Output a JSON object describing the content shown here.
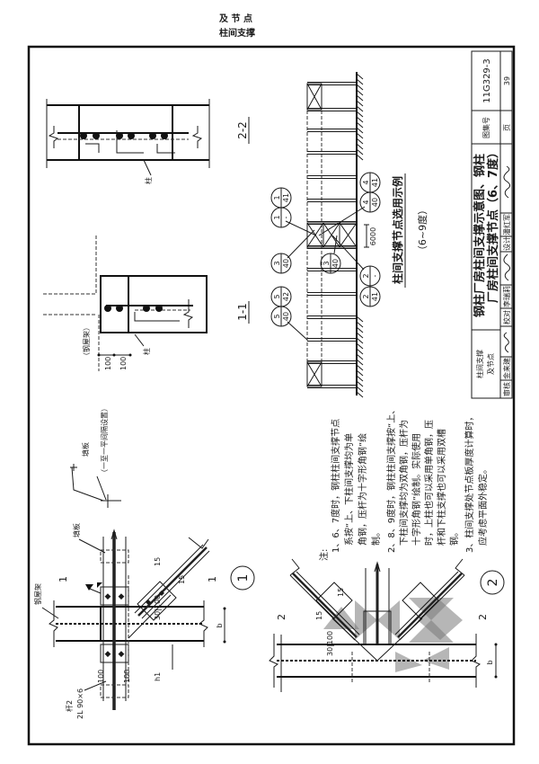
{
  "index_tab": {
    "line1": "及 节 点",
    "line2": "柱间支撑"
  },
  "title_block": {
    "series_label_1": "柱间支撑",
    "series_label_2": "及节点",
    "title_line1": "钢柱厂房柱间支撑示意图、钢柱",
    "title_line2": "厂房柱间支撑节点（6、7度）",
    "atlas_label": "图集号",
    "atlas_number": "11G329-3",
    "page_label": "页",
    "page_number": "39",
    "review_label": "审核",
    "reviewer": "金来建",
    "check_label": "校对",
    "checker": "李瑞莉",
    "design_label": "设计",
    "designer": "潘红军"
  },
  "sections": {
    "s22": "2-2",
    "s11": "1-1",
    "column_label": "柱",
    "truss_label": "（钢屋架）",
    "dim_a": "100",
    "dim_b": "100"
  },
  "frame_diagram": {
    "title": "柱间支撑节点选用示例",
    "subtitle": "（6~9度）",
    "dimension": "6000",
    "callouts": [
      {
        "top": "1",
        "bottom": "41"
      },
      {
        "top": "1",
        "bottom": "-"
      },
      {
        "top": "3",
        "bottom": "40"
      },
      {
        "top": "5",
        "bottom": "42"
      },
      {
        "top": "5",
        "bottom": "40"
      },
      {
        "top": "3",
        "bottom": "40"
      },
      {
        "top": "4",
        "bottom": "41"
      },
      {
        "top": "4",
        "bottom": "40"
      },
      {
        "top": "2",
        "bottom": "-"
      },
      {
        "top": "2",
        "bottom": "41"
      }
    ]
  },
  "notes": {
    "heading": "注:",
    "lines": [
      "1、6、7度时，钢柱柱间支撑节点",
      "系按“上、下柱间支撑均为单",
      "角钢，压杆为十字形角钢”绘",
      "制。",
      "2、8、9度时，钢柱柱间支撑按“上、",
      "下柱间支撑均为双角钢，压杆为",
      "十字形角钢”绘制。实际使用",
      "时，上柱也可以采用单角钢，压",
      "杆和下柱支撑也可以采用双槽",
      "钢。",
      "3、柱间支撑处节点板厚度计算时，",
      "应考虑平面外稳定。"
    ]
  },
  "detail1": {
    "number": "1",
    "section_mark": "1",
    "truss_label": "钢屋架",
    "filler_label": "填板",
    "filler_label_2": "填板",
    "filler_note": "（一至一平间隔设置）",
    "member_label": "杆2",
    "member_size": "2L 90×6",
    "dim_15a": "15",
    "dim_15b": "15",
    "dim_30_100": "30|100",
    "dim_b": "b",
    "dim_h1": "h1",
    "dim_100a": "100",
    "dim_100b": "100"
  },
  "detail2": {
    "number": "2",
    "section_mark": "2",
    "dim_15a": "15",
    "dim_15b": "15",
    "dim_30_100": "30|100",
    "dim_b": "b"
  }
}
